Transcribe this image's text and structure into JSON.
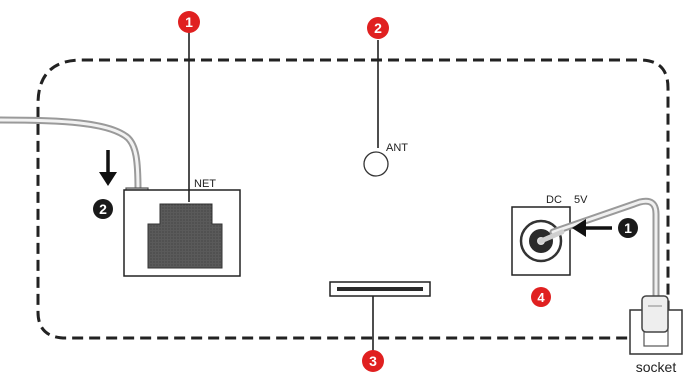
{
  "labels": {
    "net": "NET",
    "ant": "ANT",
    "dc": "DC",
    "voltage": "5V",
    "socket": "socket"
  },
  "badges": {
    "lan_port": "1",
    "antenna": "2",
    "card_slot": "3",
    "dc_jack": "4",
    "plug_cable": "2",
    "plug_power": "1"
  },
  "colors": {
    "badge_red": "#e02020",
    "badge_black": "#1a1a1a",
    "outline": "#222222",
    "port_fill": "#4a4a4a"
  }
}
